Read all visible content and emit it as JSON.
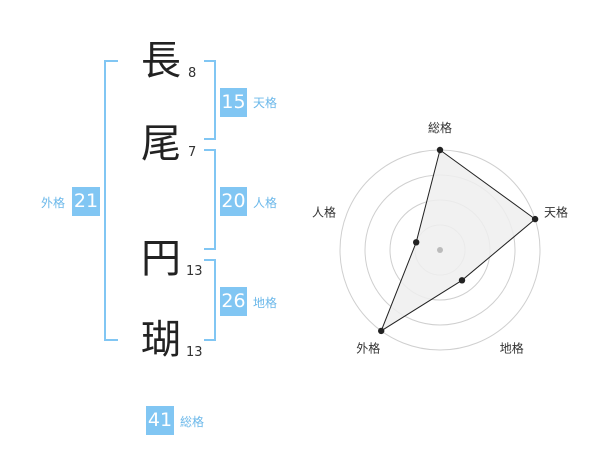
{
  "name": {
    "surname": [
      {
        "char": "長",
        "strokes": "8"
      },
      {
        "char": "尾",
        "strokes": "7"
      }
    ],
    "given": [
      {
        "char": "円",
        "strokes": "13"
      },
      {
        "char": "瑚",
        "strokes": "13"
      }
    ]
  },
  "fortunes": {
    "tenkaku": {
      "value": "15",
      "label": "天格"
    },
    "jinkaku": {
      "value": "20",
      "label": "人格"
    },
    "chikaku": {
      "value": "26",
      "label": "地格"
    },
    "gaikaku": {
      "value": "21",
      "label": "外格"
    },
    "soukaku": {
      "value": "41",
      "label": "総格"
    }
  },
  "colors": {
    "accent": "#81c6f3",
    "accent_text": "#6bb8ea"
  },
  "chart_data": {
    "type": "radar",
    "axes": [
      "総格",
      "天格",
      "地格",
      "外格",
      "人格"
    ],
    "rings": 4,
    "values": [
      4,
      4,
      1.5,
      4,
      1
    ],
    "max": 4
  }
}
